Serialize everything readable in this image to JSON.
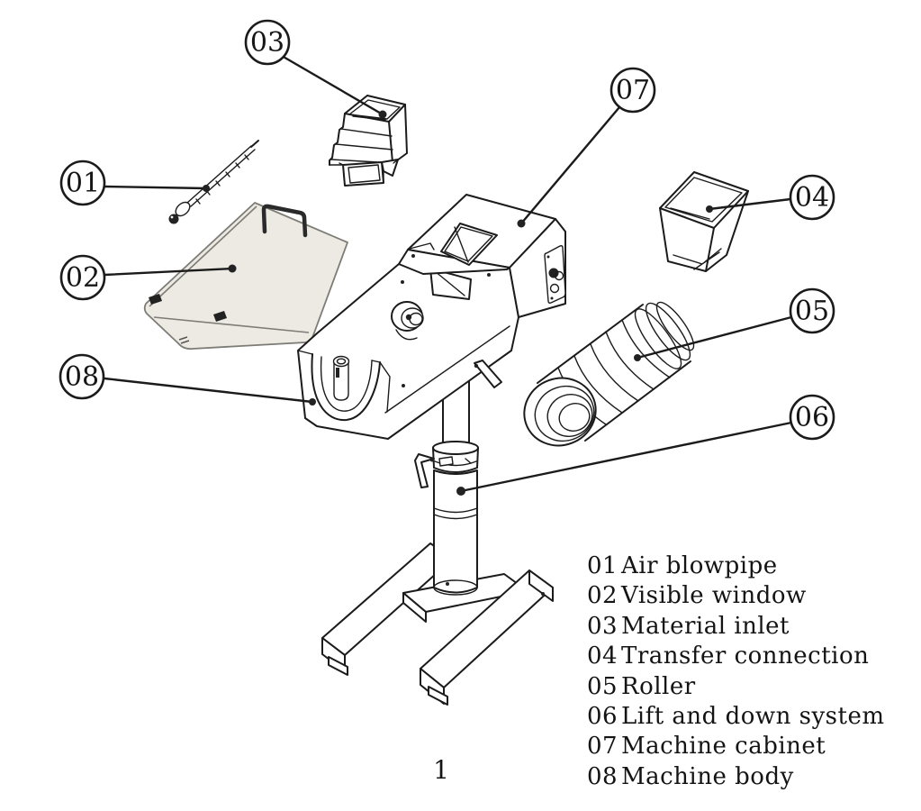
{
  "legend": {
    "items": [
      {
        "num": "01",
        "name": "Air blowpipe"
      },
      {
        "num": "02",
        "name": "Visible window"
      },
      {
        "num": "03",
        "name": "Material inlet"
      },
      {
        "num": "04",
        "name": "Transfer connection"
      },
      {
        "num": "05",
        "name": "Roller"
      },
      {
        "num": "06",
        "name": "Lift and down system"
      },
      {
        "num": "07",
        "name": "Machine cabinet"
      },
      {
        "num": "08",
        "name": "Machine body"
      }
    ]
  },
  "page": {
    "number": "1"
  },
  "colors": {
    "ink": "#1b1b1b",
    "window_fill": "#eae8e1",
    "background": "#ffffff"
  }
}
